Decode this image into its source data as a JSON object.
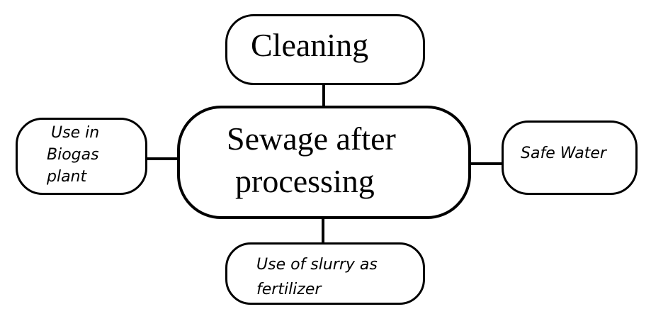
{
  "center": {
    "line1": "Sewage after",
    "line2": "processing"
  },
  "top": {
    "label": "Cleaning"
  },
  "left": {
    "line1": "Use in",
    "line2": "Biogas",
    "line3": "plant"
  },
  "right": {
    "label": "Safe Water"
  },
  "bottom": {
    "line1": "Use of slurry as",
    "line2": "fertilizer"
  }
}
